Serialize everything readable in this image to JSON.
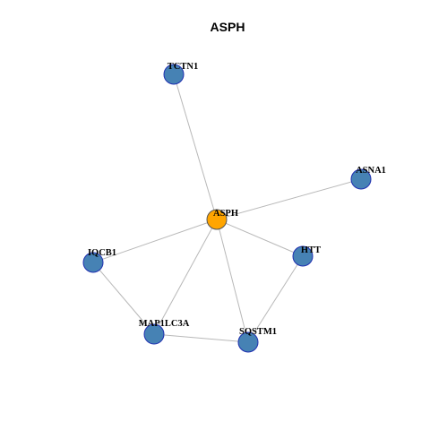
{
  "title": "ASPH",
  "colors": {
    "center_node": "#FFA500",
    "neighbor_node": "#4682B4",
    "node_border": "#1F2FB0",
    "center_border": "#555555",
    "edge": "#b8b8b8"
  },
  "nodes": [
    {
      "id": "ASPH",
      "label": "ASPH",
      "role": "center"
    },
    {
      "id": "TCTN1",
      "label": "TCTN1",
      "role": "neighbor"
    },
    {
      "id": "ASNA1",
      "label": "ASNA1",
      "role": "neighbor"
    },
    {
      "id": "HTT",
      "label": "HTT",
      "role": "neighbor"
    },
    {
      "id": "IQCB1",
      "label": "IQCB1",
      "role": "neighbor"
    },
    {
      "id": "MAP1LC3A",
      "label": "MAP1LC3A",
      "role": "neighbor"
    },
    {
      "id": "SQSTM1",
      "label": "SQSTM1",
      "role": "neighbor"
    }
  ],
  "edges": [
    {
      "source": "ASPH",
      "target": "TCTN1"
    },
    {
      "source": "ASPH",
      "target": "ASNA1"
    },
    {
      "source": "ASPH",
      "target": "HTT"
    },
    {
      "source": "ASPH",
      "target": "IQCB1"
    },
    {
      "source": "ASPH",
      "target": "MAP1LC3A"
    },
    {
      "source": "ASPH",
      "target": "SQSTM1"
    },
    {
      "source": "IQCB1",
      "target": "MAP1LC3A"
    },
    {
      "source": "MAP1LC3A",
      "target": "SQSTM1"
    },
    {
      "source": "HTT",
      "target": "SQSTM1"
    }
  ]
}
